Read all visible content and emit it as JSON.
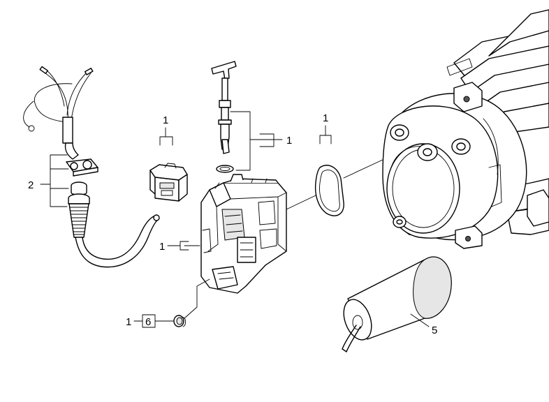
{
  "callouts": {
    "cable_bracket": "2",
    "clip": "1",
    "rod_assembly": "1",
    "switch_housing": "1",
    "oring": "1",
    "seal_qty": "1",
    "seal_part": "6",
    "capacitor": "5"
  }
}
